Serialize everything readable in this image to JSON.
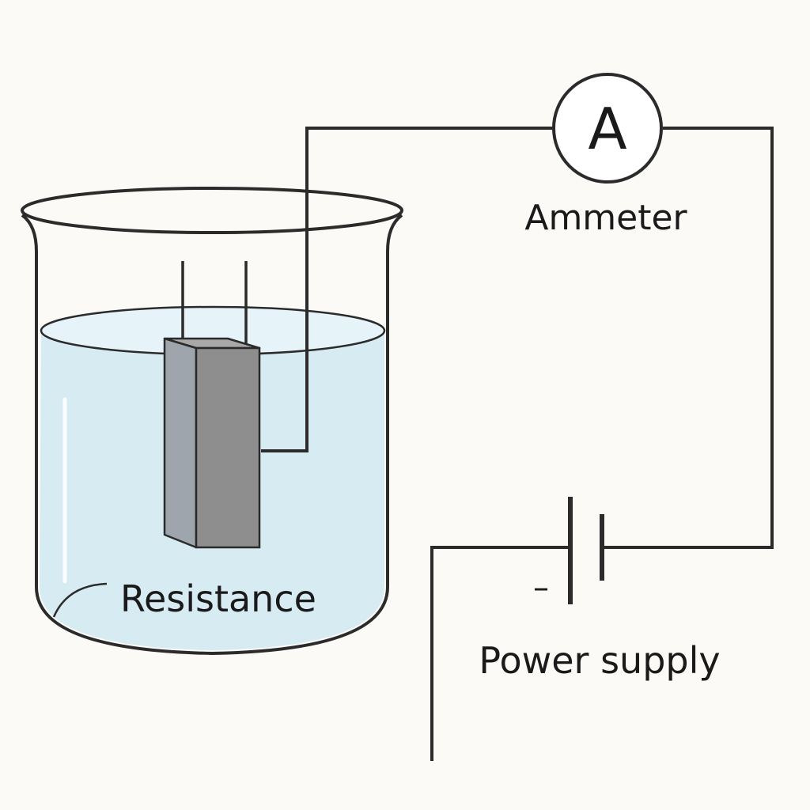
{
  "labels": {
    "ammeter_symbol": "A",
    "ammeter": "Ammeter",
    "resistance": "Resistance",
    "power_supply": "Power supply",
    "battery_polarity": "–"
  },
  "colors": {
    "background": "#fbfaf7",
    "wire": "#2b2b2b",
    "water": "#d7ebf3",
    "water_surface": "#e6f3f8",
    "resistor_front": "#8e8e8e",
    "resistor_side": "#9ea5ad",
    "resistor_top": "#a8a8a8"
  },
  "icons": {
    "beaker": "beaker-icon",
    "ammeter": "ammeter-icon",
    "battery": "battery-cell-icon",
    "resistor": "resistor-block-icon"
  }
}
